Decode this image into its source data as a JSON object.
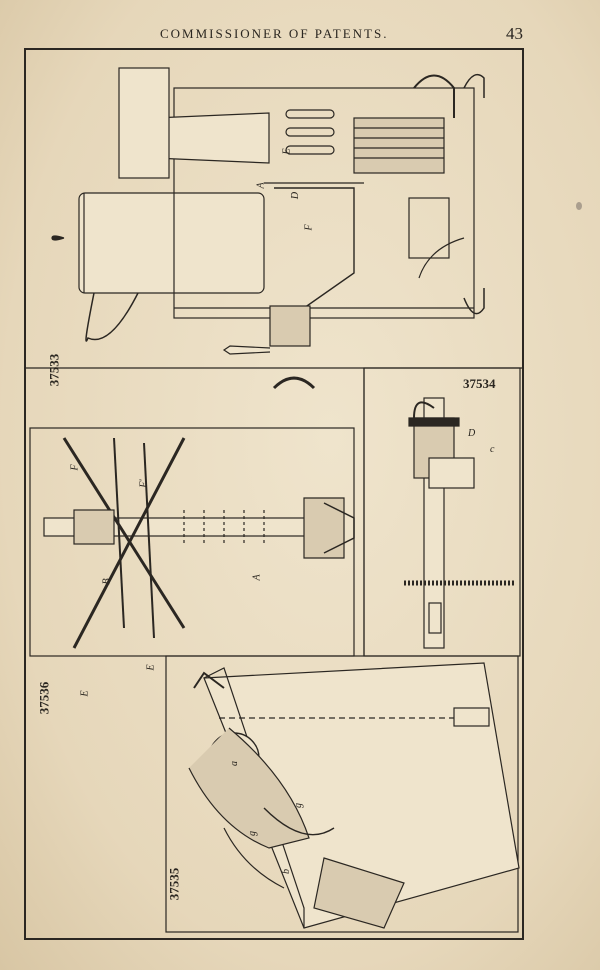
{
  "header": {
    "running_head": "COMMISSIONER OF PATENTS.",
    "page_number": "43"
  },
  "figures": [
    {
      "id": "37533",
      "letters": [
        "A",
        "D",
        "E",
        "F"
      ]
    },
    {
      "id": "37534",
      "letters": [
        "D",
        "c"
      ]
    },
    {
      "id": "37536",
      "letters": [
        "B",
        "E",
        "E",
        "F",
        "F'",
        "A"
      ]
    },
    {
      "id": "37535",
      "letters": [
        "a",
        "g",
        "g",
        "b"
      ]
    }
  ]
}
